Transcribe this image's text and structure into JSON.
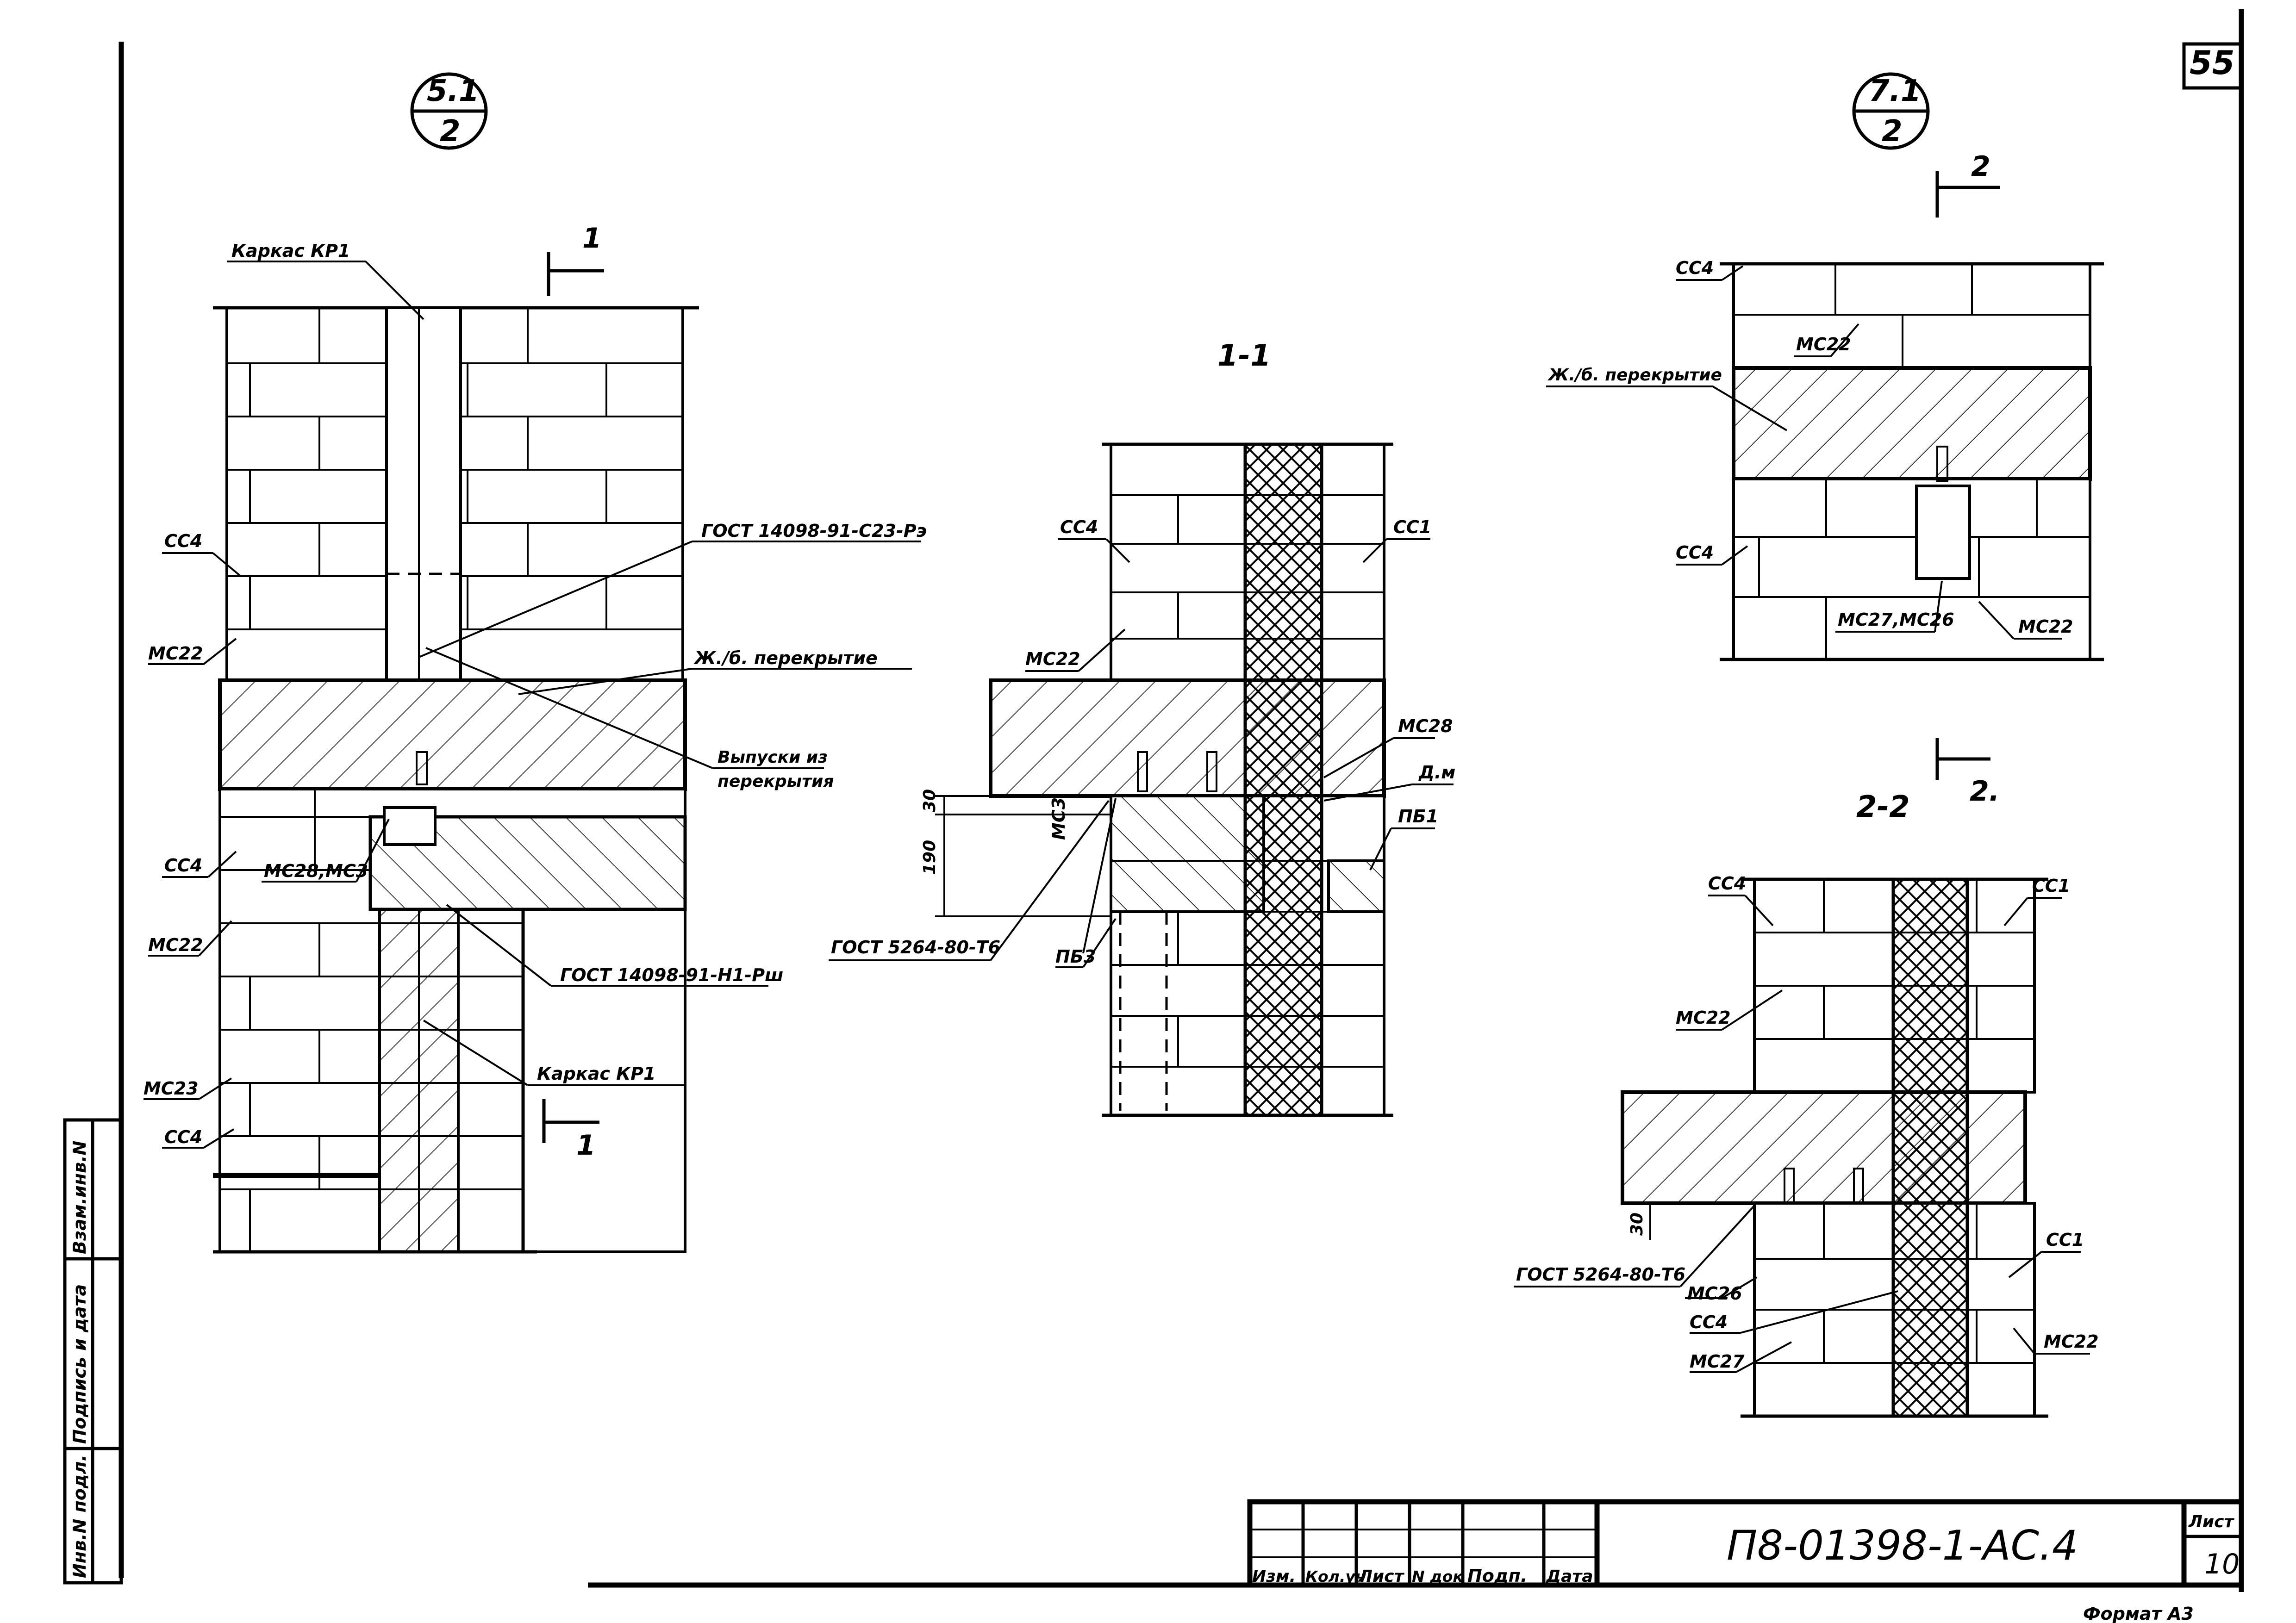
{
  "sheet": {
    "corner_number": "55",
    "drawing_code": "П8-01398-1-АС.4",
    "sheet_label": "Лист",
    "sheet_number": "10",
    "format": "Формат А3",
    "stamp_headers": [
      "Изм.",
      "Кол.уч",
      "Лист",
      "N док",
      "Подп.",
      "Дата"
    ],
    "side_stamp": [
      "Инв.N подл.",
      "Подпись и дата",
      "Взам.инв.N"
    ]
  },
  "callouts": {
    "left_num": "5.1",
    "left_den": "2",
    "right_num": "7.1",
    "right_den": "2"
  },
  "section_marks": {
    "one": "1",
    "two": "2",
    "two_dot": "2."
  },
  "section_titles": {
    "s11": "1-1",
    "s22": "2-2"
  },
  "dims": {
    "d30": "30",
    "d190": "190"
  },
  "labels": {
    "karkas_kp1": "Каркас КР1",
    "gost_c23": "ГОСТ 14098-91-С23-Рэ",
    "cc4": "СС4",
    "mc22": "МС22",
    "zhb_perekrytie": "Ж./б. перекрытие",
    "vypuski": "Выпуски из",
    "perekrytiya": "перекрытия",
    "mc28_mc3": "МС28,МС3",
    "gost_h1": "ГОСТ 14098-91-Н1-Рш",
    "mc23": "МС23",
    "cc1": "СС1",
    "mc28": "МС28",
    "dm": "Д.м",
    "pb1": "ПБ1",
    "mc3": "МС3",
    "gost_t6": "ГОСТ 5264-80-Т6",
    "pb3": "ПБ3",
    "mc27_mc26": "МС27,МС26",
    "mc26": "МС26",
    "mc27": "МС27"
  }
}
